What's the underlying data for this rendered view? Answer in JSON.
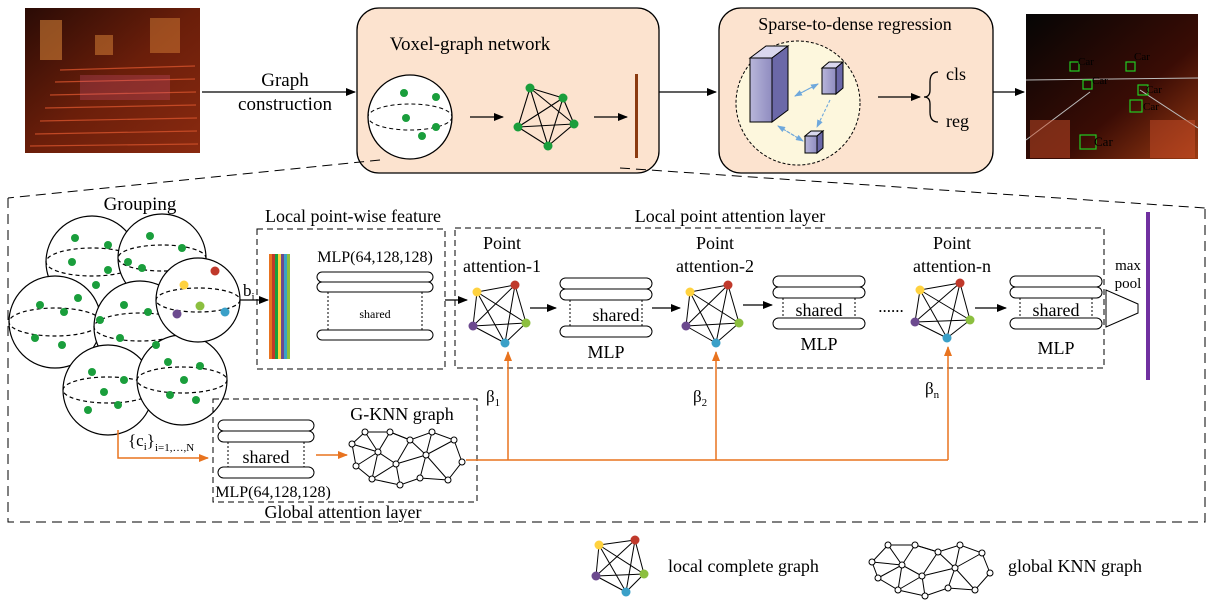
{
  "top": {
    "graph_construction": [
      "Graph",
      "construction"
    ],
    "voxel_graph_title": "Voxel-graph network",
    "sparse_title": "Sparse-to-dense regression",
    "cls": "cls",
    "reg": "reg",
    "car_label": "Car"
  },
  "bottom": {
    "grouping": "Grouping",
    "local_pw_title": "Local point-wise feature",
    "local_attn_title": "Local point attention layer",
    "mlp_full": "MLP(64,128,128)",
    "shared": "shared",
    "mlp": "MLP",
    "pa1": [
      "Point",
      "attention-1"
    ],
    "pa2": [
      "Point",
      "attention-2"
    ],
    "pan": [
      "Point",
      "attention-n"
    ],
    "dots": "......",
    "max_pool": [
      "max",
      "pool"
    ],
    "b_label": "b",
    "b_sub": "i",
    "beta": "β",
    "beta_subs": [
      "1",
      "2",
      "n"
    ],
    "c_label": "{c",
    "c_sub": "i",
    "c_close": "}",
    "c_range": "i=1,…,N",
    "gknn": "G-KNN graph",
    "global_attn": "Global attention layer"
  },
  "legend": {
    "local": "local complete graph",
    "global": "global KNN graph"
  },
  "colors": {
    "point_green": "#1a9e3c",
    "orange_arrow": "#e8731f",
    "panel_fill": "#fce3cf",
    "sparse_inner": "#fdf7dd",
    "maxpool_bar": "#7030a0",
    "feature_bar": "#8b3a0f",
    "node_yellow": "#ffd23f",
    "node_red": "#c0392b",
    "node_purple": "#6c4a8f",
    "node_blue": "#3aa0c8",
    "node_green": "#8cbf3f"
  }
}
